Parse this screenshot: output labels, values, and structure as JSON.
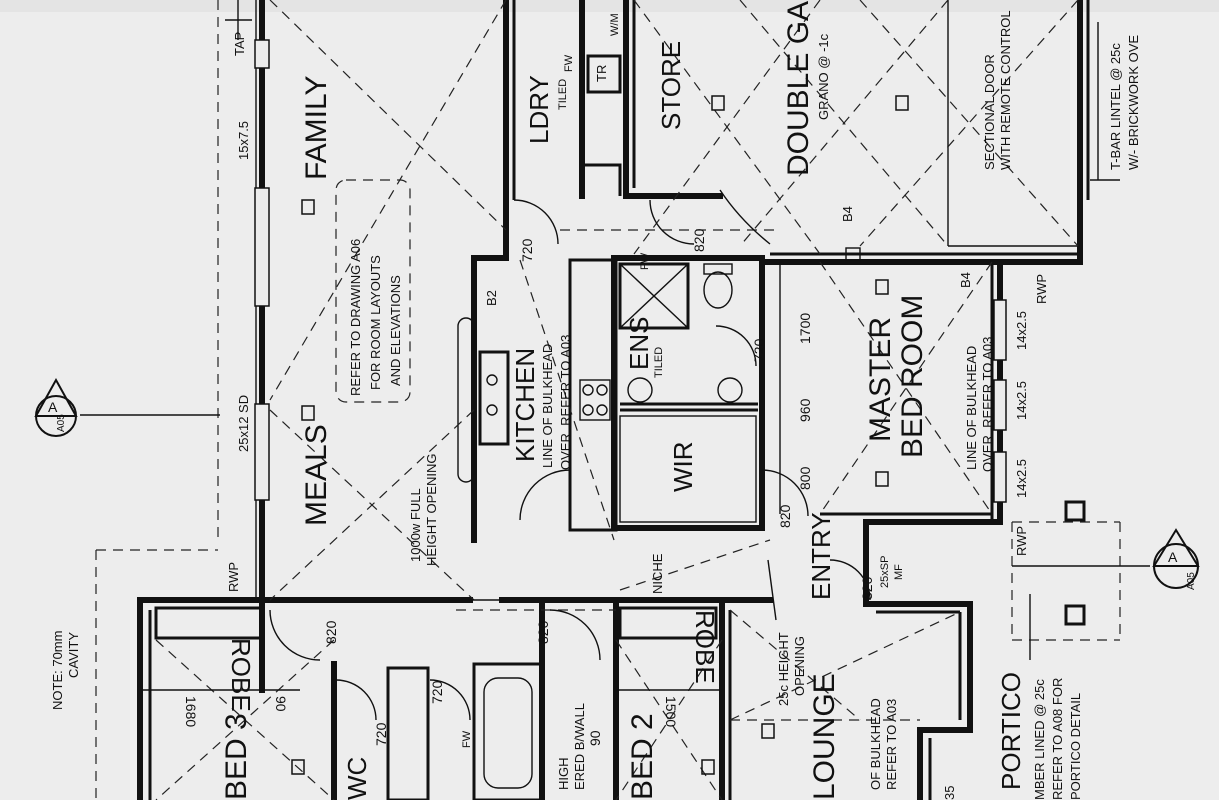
{
  "rooms": {
    "family": "FAMILY",
    "meals": "MEALS",
    "kitchen": "KITCHEN",
    "ldry": "LDRY",
    "store": "STORE",
    "double_garage": "DOUBLE GARA",
    "ens": "ENS",
    "wir": "WIR",
    "master_bed_l1": "MASTER",
    "master_bed_l2": "BED ROOM",
    "entry": "ENTRY",
    "niche": "NICHE",
    "robe_1": "ROBE",
    "robe_2": "ROBE",
    "bed_3": "BED 3",
    "bed_2": "BED 2",
    "wc": "WC",
    "lounge": "LOUNGE",
    "portico": "PORTICO",
    "wm": "W/M",
    "tr": "TR"
  },
  "notes": {
    "tap": "TAP",
    "window_15x75": "15x7.5",
    "sd_25x12": "25x12 SD",
    "refer_1": "REFER TO DRAWING A06",
    "refer_2": "FOR ROOM LAYOUTS",
    "refer_3": "AND ELEVATIONS",
    "opening_1": "1000w FULL",
    "opening_2": "HEIGHT OPENING",
    "kitchen_bh_1": "LINE OF BULKHEAD",
    "kitchen_bh_2": "OVER. REFER TO A03",
    "master_bh_1": "LINE OF BULKHEAD",
    "master_bh_2": "OVER. REFER TO A03",
    "lounge_bh_1": "OF BULKHEAD",
    "lounge_bh_2": "REFER TO A03",
    "ldry_tiled": "TILED",
    "ens_tiled": "TILED",
    "fw": "FW",
    "grano": "GRANO @ -1c",
    "sect_door_1": "SECTIONAL DOOR",
    "sect_door_2": "WITH REMOTE CONTROL",
    "tbar_1": "T-BAR LINTEL @ 25c",
    "tbar_2": "W/- BRICKWORK OVE",
    "note_70_1": "NOTE: 70mm",
    "note_70_2": "CAVITY",
    "rwp_1": "RWP",
    "rwp_2": "RWP",
    "rwp_3": "RWP",
    "sp_25": "25xSP",
    "mf": "MF",
    "height_25c_1": "25c HEIGHT",
    "height_25c_2": "OPENING",
    "portico_note_1": "MBER LINED @ 25c",
    "portico_note_2": "REFER TO A08 FOR",
    "portico_note_3": "PORTICO DETAIL",
    "bwall_1": "HIGH",
    "bwall_2": "ERED B/WALL",
    "section_top": "A",
    "section_bot": "A05",
    "b2": "B2",
    "b4_1": "B4",
    "b4_2": "B4"
  },
  "dimensions": {
    "d720_a": "720",
    "d820_a": "820",
    "d720_b": "720",
    "d820_b": "820",
    "d820_c": "820",
    "d820_d": "820",
    "d820_e": "820",
    "d720_c": "720",
    "d720_d": "720",
    "d1700": "1700",
    "d960": "960",
    "d800": "800",
    "d1680": "1680",
    "d90_a": "90",
    "d90_b": "90",
    "d1500": "1500",
    "w14x25_a": "14x2.5",
    "w14x25_b": "14x2.5",
    "w14x25_c": "14x2.5",
    "d35": "35"
  }
}
